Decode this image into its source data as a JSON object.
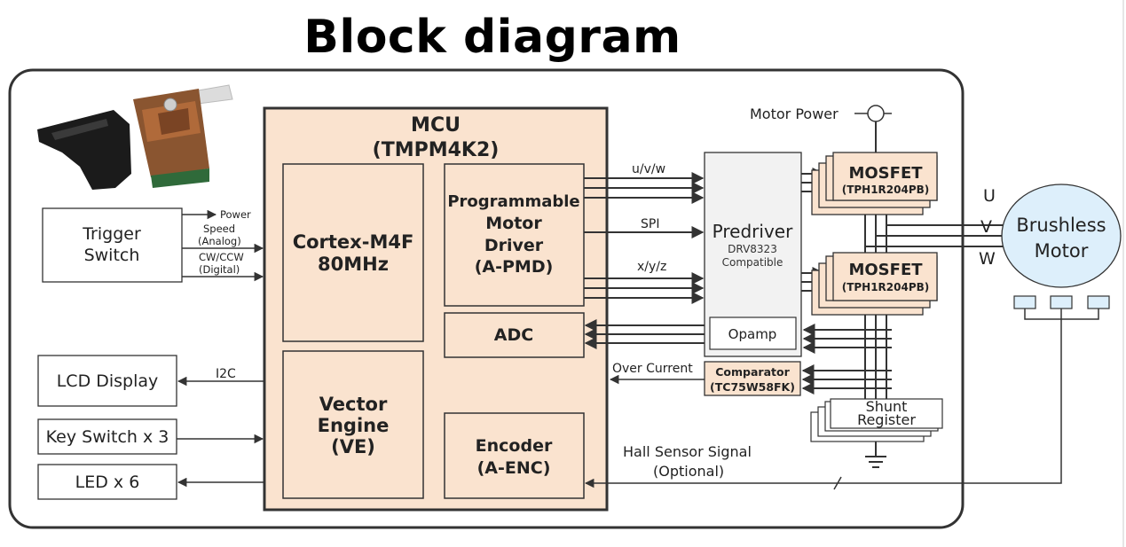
{
  "title": "Block diagram",
  "mcu": {
    "title": "MCU",
    "subtitle": "(TMPM4K2)"
  },
  "cortex": {
    "line1": "Cortex-M4F",
    "line2": "80MHz"
  },
  "ve": {
    "line1": "Vector",
    "line2": "Engine",
    "line3": "(VE)"
  },
  "pmd": {
    "line1": "Programmable",
    "line2": "Motor",
    "line3": "Driver",
    "line4": "(A-PMD)"
  },
  "adc": "ADC",
  "encoder": {
    "line1": "Encoder",
    "line2": "(A-ENC)"
  },
  "trigger": {
    "line1": "Trigger",
    "line2": "Switch",
    "power": "Power",
    "speed": "Speed",
    "analog": "(Analog)",
    "cwccw": "CW/CCW",
    "digital": "(Digital)"
  },
  "lcd": "LCD Display",
  "i2c": "I2C",
  "keyswitch": "Key Switch x 3",
  "led": "LED x 6",
  "signals": {
    "uvw": "u/v/w",
    "spi": "SPI",
    "xyz": "x/y/z",
    "overcurrent": "Over Current",
    "hall1": "Hall Sensor Signal",
    "hall2": "(Optional)"
  },
  "predriver": {
    "title": "Predriver",
    "line2": "DRV8323",
    "line3": "Compatible",
    "opamp": "Opamp"
  },
  "comparator": {
    "line1": "Comparator",
    "line2": "(TC75W58FK)"
  },
  "mosfet_top": {
    "line1": "MOSFET",
    "line2": "(TPH1R204PB)"
  },
  "mosfet_bottom": {
    "line1": "MOSFET",
    "line2": "(TPH1R204PB)"
  },
  "motor_power": "Motor Power",
  "shunt": {
    "line1": "Shunt",
    "line2": "Register"
  },
  "motor": {
    "line1": "Brushless",
    "line2": "Motor",
    "u": "U",
    "v": "V",
    "w": "W"
  },
  "colors": {
    "peach": "#FAE3CF",
    "border": "#333333",
    "motor": "#DDEFFB",
    "predriver": "#F2F2F2"
  }
}
